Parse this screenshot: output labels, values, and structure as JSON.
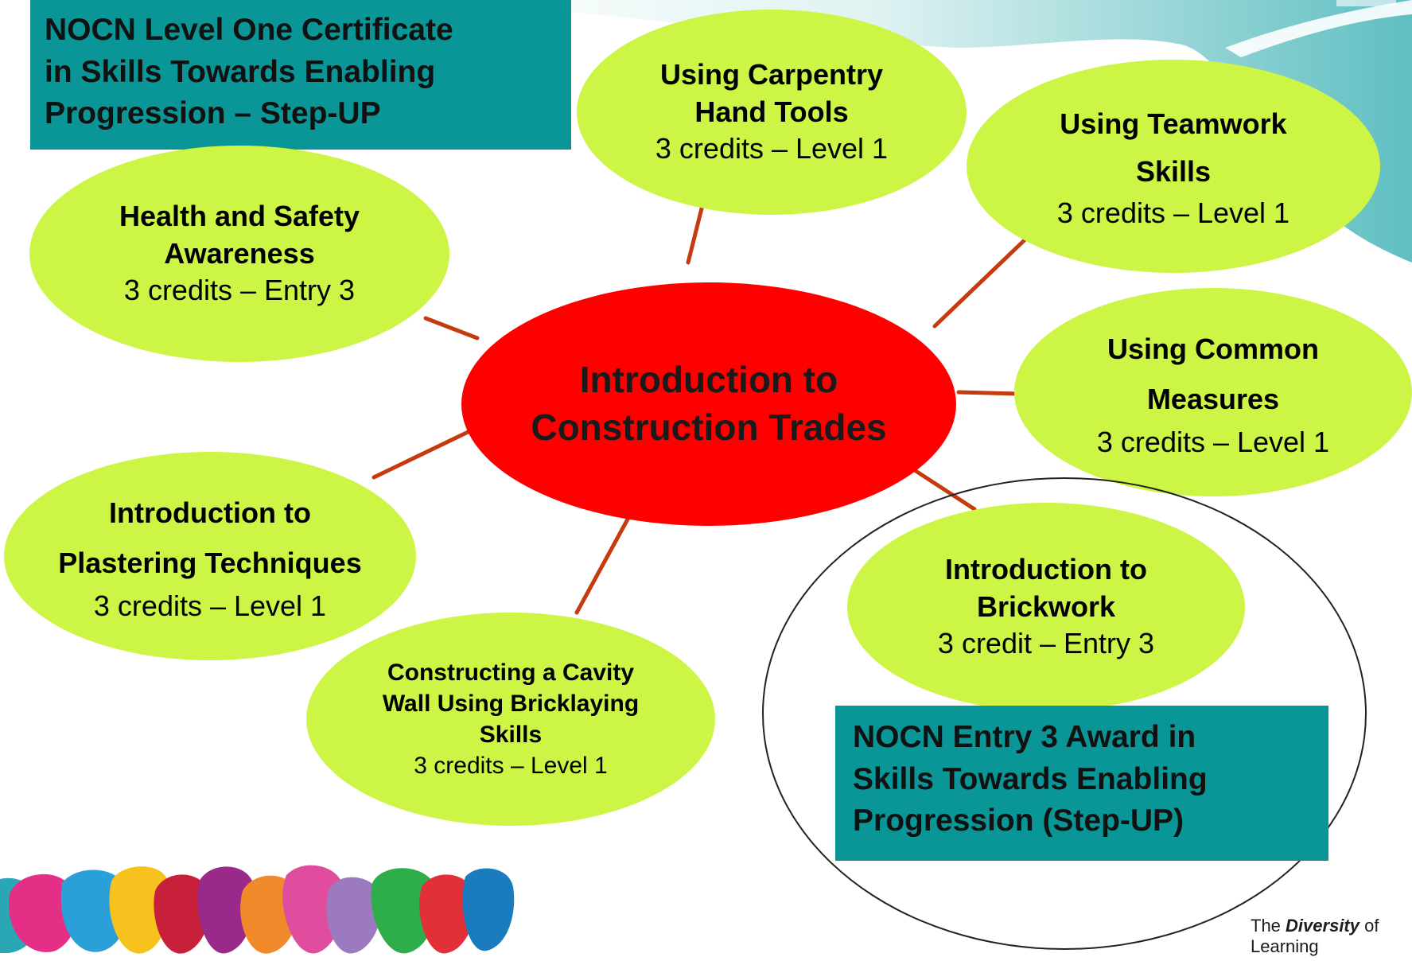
{
  "top_box": {
    "lines": [
      "NOCN Level One Certificate",
      "in Skills Towards Enabling",
      "Progression – Step-UP"
    ]
  },
  "hub": {
    "lines": [
      "Introduction to",
      "Construction Trades"
    ]
  },
  "units": [
    {
      "id": "carpentry",
      "title_lines": [
        "Using Carpentry",
        "Hand Tools"
      ],
      "credits": "3 credits – Level 1"
    },
    {
      "id": "teamwork",
      "title_lines": [
        "Using Teamwork",
        "Skills"
      ],
      "credits": "3 credits – Level 1"
    },
    {
      "id": "health-safety",
      "title_lines": [
        "Health and Safety",
        "Awareness"
      ],
      "credits": "3 credits – Entry 3"
    },
    {
      "id": "common-measures",
      "title_lines": [
        "Using Common",
        "Measures"
      ],
      "credits": "3 credits – Level  1"
    },
    {
      "id": "plastering",
      "title_lines": [
        "Introduction to",
        "Plastering Techniques"
      ],
      "credits": "3 credits – Level 1"
    },
    {
      "id": "brickwork",
      "title_lines": [
        "Introduction to",
        "Brickwork"
      ],
      "credits": "3 credit – Entry 3"
    },
    {
      "id": "cavity-wall",
      "title_lines": [
        "Constructing a Cavity",
        "Wall Using Bricklaying",
        "Skills"
      ],
      "credits": "3 credits – Level 1"
    }
  ],
  "award_box": {
    "lines": [
      "NOCN Entry 3 Award in",
      "Skills Towards Enabling",
      "Progression (Step-UP)"
    ]
  },
  "footer": {
    "prefix": "The",
    "emphasis": "Diversity",
    "suffix": "of Learning"
  },
  "colors": {
    "bubble": "#ccf545",
    "hub": "#ff0000",
    "teal_box": "#0a9696",
    "connector": "#c63a10",
    "swoosh": "#6cc6c8"
  },
  "icons": [
    "background-swoosh-icon",
    "logo-blobs-icon"
  ]
}
